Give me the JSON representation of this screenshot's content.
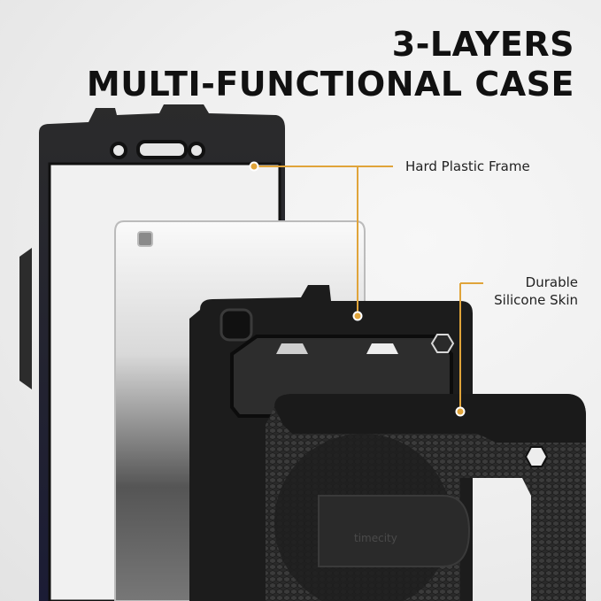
{
  "headline": {
    "line1": "3-LAYERS",
    "line2": "MULTI-FUNCTIONAL CASE"
  },
  "callouts": [
    {
      "label": "Hard Plastic Frame"
    },
    {
      "label_line1": "Durable",
      "label_line2": "Silicone Skin"
    }
  ],
  "brand": {
    "logo_text": "timecity"
  },
  "colors": {
    "accent": "#e0a43a",
    "frame": "#1f1f2a",
    "case": "#1a1a1a",
    "background": "#ececec"
  }
}
